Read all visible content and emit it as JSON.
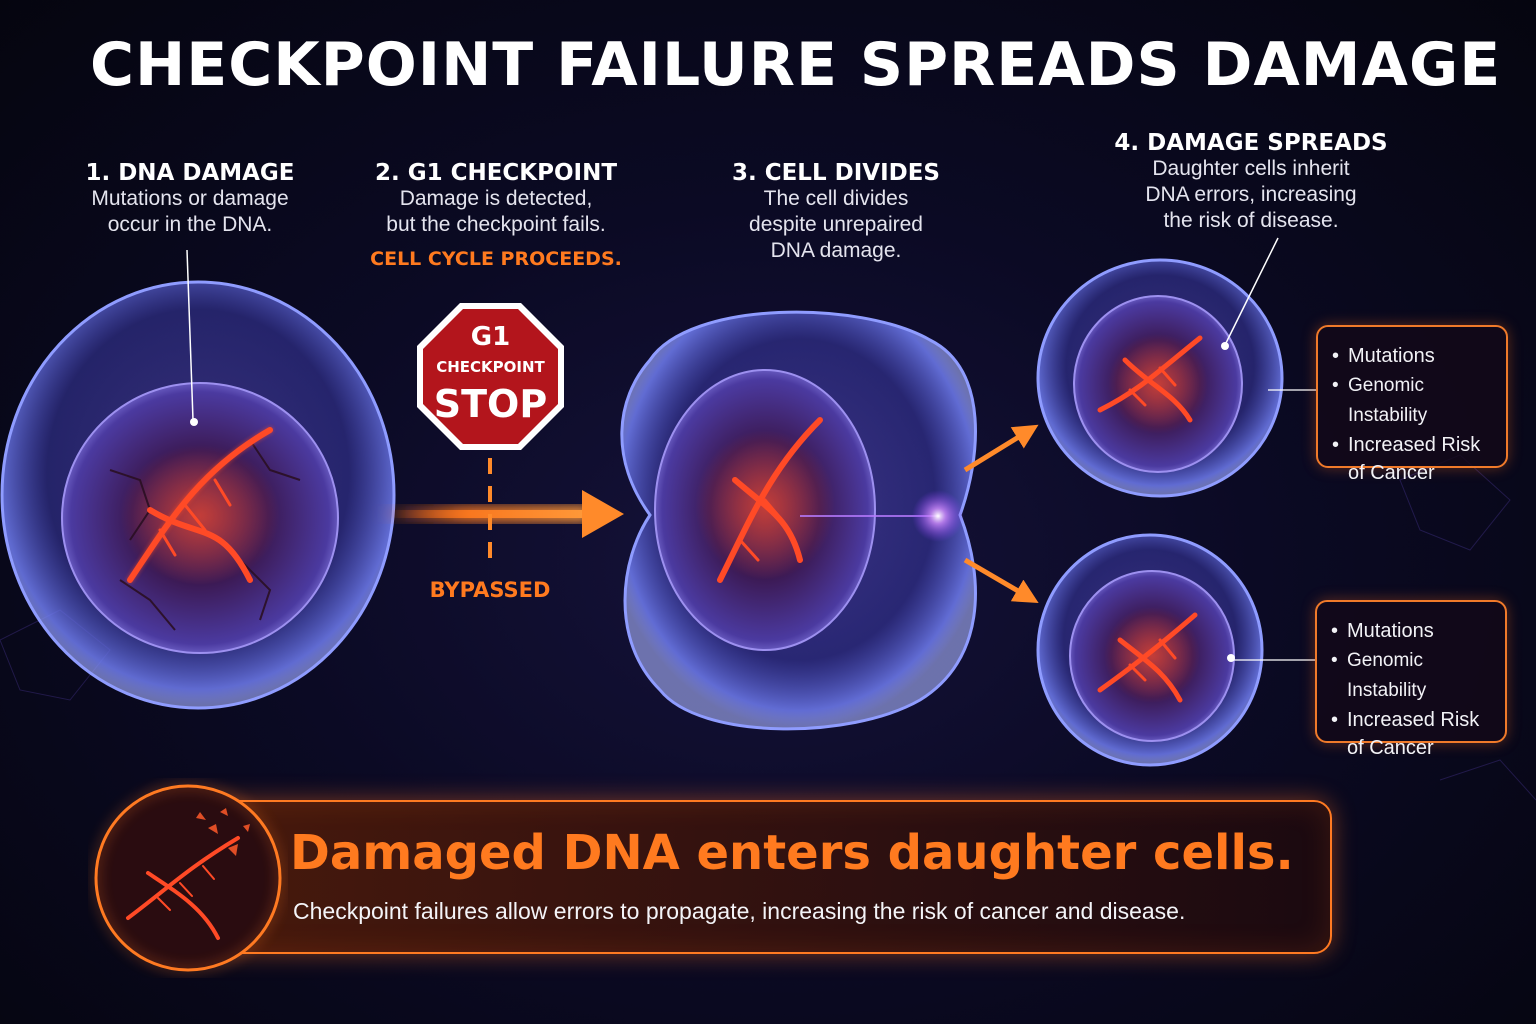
{
  "title": "CHECKPOINT FAILURE SPREADS DAMAGE",
  "steps": [
    {
      "heading": "1. DNA DAMAGE",
      "lines": [
        "Mutations or damage",
        "occur in the DNA."
      ]
    },
    {
      "heading": "2. G1 CHECKPOINT",
      "lines": [
        "Damage is detected,",
        "but the checkpoint fails."
      ],
      "emphasis": "CELL CYCLE PROCEEDS."
    },
    {
      "heading": "3. CELL DIVIDES",
      "lines": [
        "The cell divides",
        "despite unrepaired",
        "DNA damage."
      ]
    },
    {
      "heading": "4. DAMAGE SPREADS",
      "lines": [
        "Daughter cells inherit",
        "DNA errors, increasing",
        "the risk of disease."
      ]
    }
  ],
  "stop_sign": {
    "line1": "G1",
    "line2": "CHECKPOINT",
    "line3": "STOP",
    "color": "#b3151c"
  },
  "bypassed_label": "BYPASSED",
  "effects_top": [
    "Mutations",
    "Genomic Instability",
    "Increased Risk of Cancer"
  ],
  "effects_bottom": [
    "Mutations",
    "Genomic Instability",
    "Increased Risk of Cancer"
  ],
  "banner": {
    "heading": "Damaged DNA enters daughter cells.",
    "text": "Checkpoint failures allow errors to propagate, increasing the risk of cancer and disease."
  },
  "colors": {
    "accent": "#ff7a1f",
    "cell_membrane": "#5a63d8",
    "nucleus": "#3a1a55",
    "dna": "#ff3a22"
  },
  "icons": [
    "dna-helix-icon",
    "stop-sign-icon",
    "arrow-right-icon"
  ]
}
